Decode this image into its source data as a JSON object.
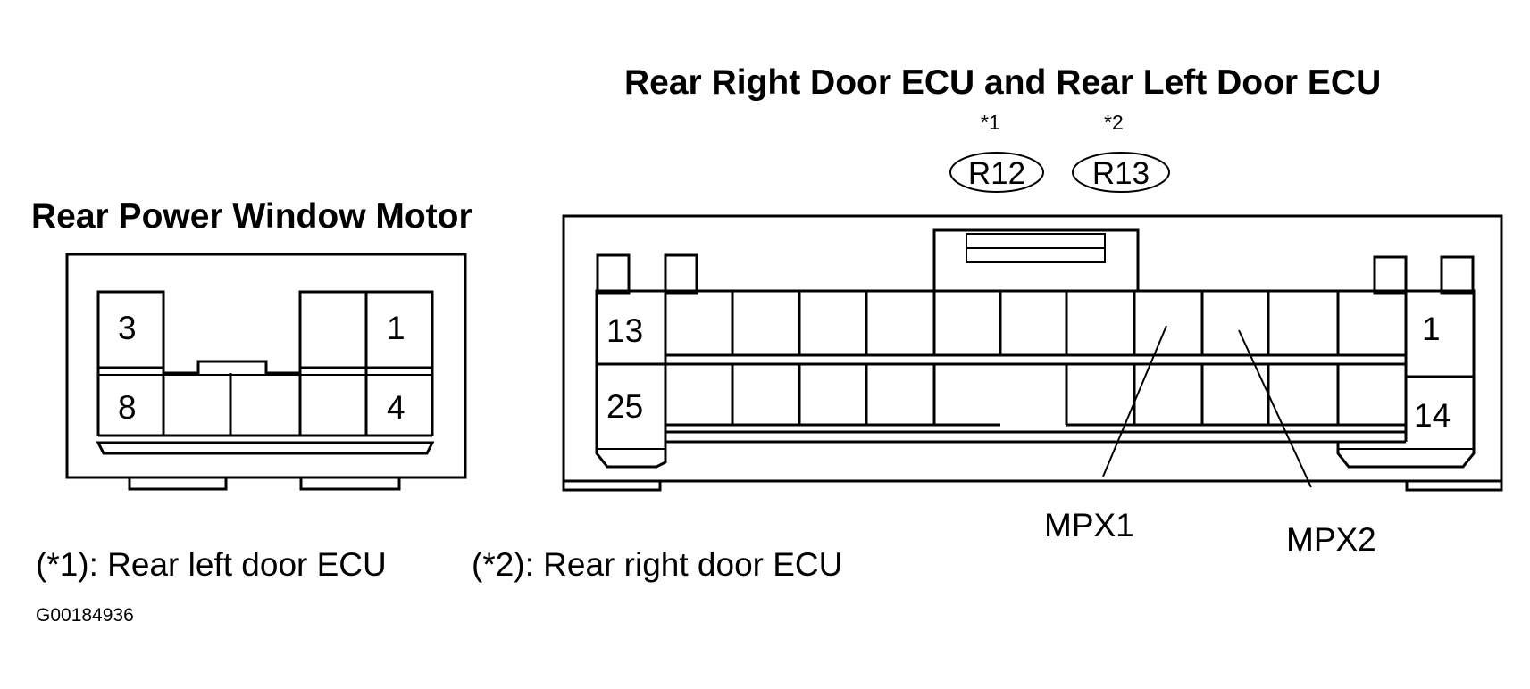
{
  "motor": {
    "title": "Rear Power Window Motor",
    "pins": {
      "p3": "3",
      "p1": "1",
      "p8": "8",
      "p4": "4"
    }
  },
  "ecu": {
    "title": "Rear Right Door ECU and Rear Left Door ECU",
    "connectors": [
      {
        "note": "*1",
        "code": "R12"
      },
      {
        "note": "*2",
        "code": "R13"
      }
    ],
    "pins": {
      "p13": "13",
      "p1": "1",
      "p25": "25",
      "p14": "14"
    },
    "callouts": {
      "mpx1": "MPX1",
      "mpx2": "MPX2"
    }
  },
  "footnotes": {
    "n1": "(*1): Rear left door ECU",
    "n2": "(*2): Rear right door ECU"
  },
  "figure_id": "G00184936",
  "colors": {
    "ink": "#000000",
    "paper": "#ffffff"
  }
}
